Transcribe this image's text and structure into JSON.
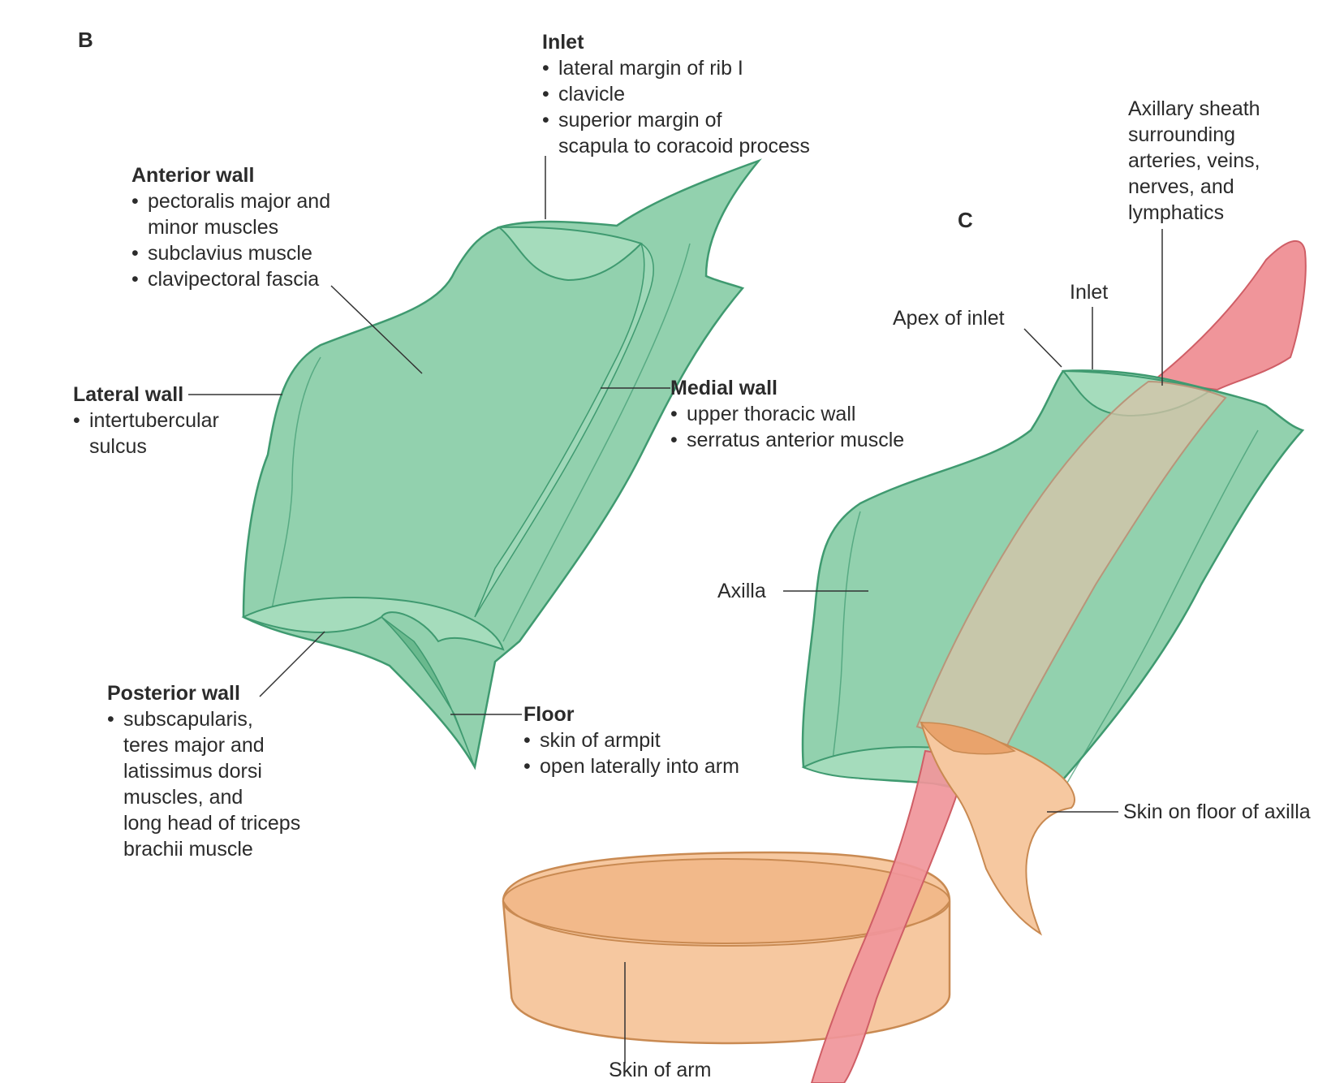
{
  "panels": {
    "b": "B",
    "c": "C"
  },
  "colors": {
    "axilla_fill": "#7fc9a0",
    "axilla_stroke": "#3f9a70",
    "skin_fill": "#f6c8a0",
    "skin_stroke": "#c98a52",
    "vessel_fill": "#f0959a",
    "vessel_stroke": "#cf5e66",
    "sheath_fill": "#d8c3a8"
  },
  "labels": {
    "inlet_b": {
      "title": "Inlet",
      "items": [
        "lateral margin of rib I",
        "clavicle",
        "superior margin of\nscapula to coracoid process"
      ]
    },
    "anterior_wall": {
      "title": "Anterior wall",
      "items": [
        "pectoralis major and\nminor muscles",
        "subclavius muscle",
        "clavipectoral fascia"
      ]
    },
    "lateral_wall": {
      "title": "Lateral wall",
      "items": [
        "intertubercular\nsulcus"
      ]
    },
    "medial_wall": {
      "title": "Medial wall",
      "items": [
        "upper thoracic wall",
        "serratus anterior muscle"
      ]
    },
    "posterior_wall": {
      "title": "Posterior wall",
      "items": [
        "subscapularis,\nteres major and\nlatissimus dorsi\nmuscles, and\nlong head of triceps\nbrachii muscle"
      ]
    },
    "floor": {
      "title": "Floor",
      "items": [
        "skin of armpit",
        "open laterally into arm"
      ]
    },
    "axillary_sheath": "Axillary sheath\nsurrounding\narteries, veins,\nnerves, and\nlymphatics",
    "inlet_c": "Inlet",
    "apex_of_inlet": "Apex of inlet",
    "axilla": "Axilla",
    "skin_floor_axilla": "Skin on floor of axilla",
    "skin_of_arm": "Skin of arm"
  }
}
